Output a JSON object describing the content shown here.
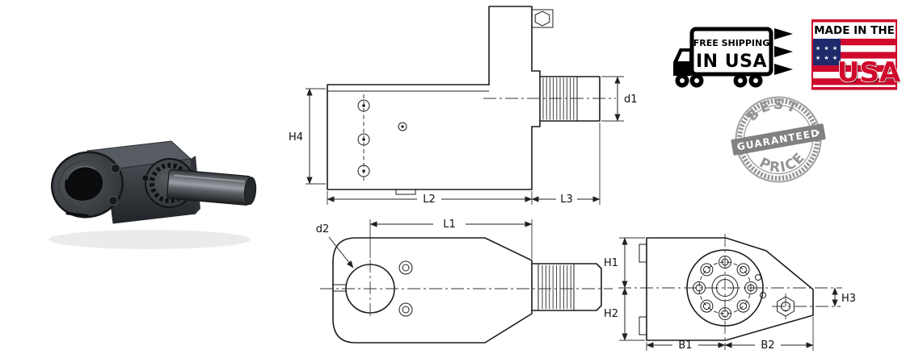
{
  "drawing_labels": {
    "side_view": {
      "h4": "H4",
      "l2": "L2",
      "l3": "L3",
      "d1": "d1"
    },
    "plan_view": {
      "d2": "d2",
      "l1": "L1"
    },
    "end_view": {
      "h1": "H1",
      "h2": "H2",
      "h3": "H3",
      "b1": "B1",
      "b2": "B2"
    }
  },
  "badges": {
    "free_shipping": {
      "line1": "FREE SHIPPING",
      "line2": "IN USA"
    },
    "made_in_usa": {
      "heading": "MADE IN THE",
      "big": "USA",
      "stars_row1": "★ ★ ★",
      "stars_row2": "★ ★ ★"
    },
    "best_price": {
      "arc_top": "BEST",
      "banner": "GUARANTEED",
      "arc_bottom": "PRICE"
    }
  },
  "colors": {
    "drawing_line": "#1c1c1c",
    "badge_black": "#000000",
    "flag_red": "#cf0a2c",
    "flag_blue": "#1f2a6b",
    "stamp_gray": "#8a8a8a",
    "background": "#ffffff"
  }
}
